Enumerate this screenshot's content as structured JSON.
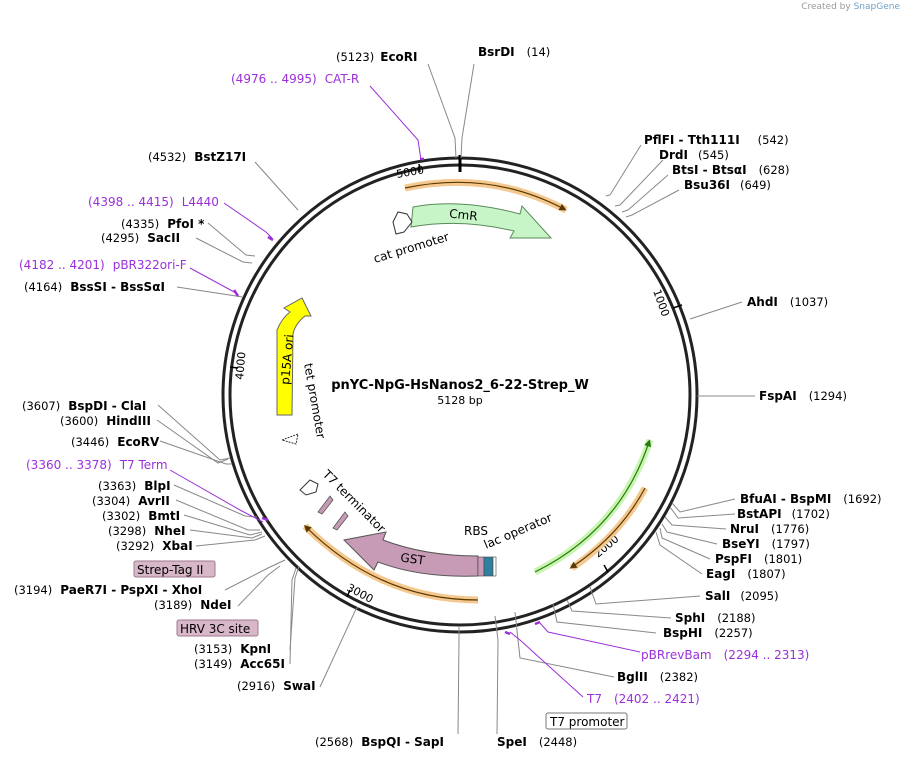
{
  "credit": {
    "prefix": "Created by",
    "brand": "SnapGene"
  },
  "plasmid": {
    "name": "pnYC-NpG-HsNanos2_6-22-Strep_W",
    "size": "5128 bp"
  },
  "ticks": [
    "1000",
    "2000",
    "3000",
    "4000",
    "5000"
  ],
  "enzymes": [
    {
      "pos": "(5123)",
      "name": "EcoRI"
    },
    {
      "pos": "(14)",
      "name": "BsrDI"
    },
    {
      "pos": "(542)",
      "name": "PflFI - Tth111I"
    },
    {
      "pos": "(545)",
      "name": "DrdI"
    },
    {
      "pos": "(628)",
      "name": "BtsI - BtsαI"
    },
    {
      "pos": "(649)",
      "name": "Bsu36I"
    },
    {
      "pos": "(1037)",
      "name": "AhdI"
    },
    {
      "pos": "(1294)",
      "name": "FspAI"
    },
    {
      "pos": "(1692)",
      "name": "BfuAI - BspMI"
    },
    {
      "pos": "(1702)",
      "name": "BstAPI"
    },
    {
      "pos": "(1776)",
      "name": "NruI"
    },
    {
      "pos": "(1797)",
      "name": "BseYI"
    },
    {
      "pos": "(1801)",
      "name": "PspFI"
    },
    {
      "pos": "(1807)",
      "name": "EagI"
    },
    {
      "pos": "(2095)",
      "name": "SalI"
    },
    {
      "pos": "(2188)",
      "name": "SphI"
    },
    {
      "pos": "(2257)",
      "name": "BspHI"
    },
    {
      "pos": "(2382)",
      "name": "BglII"
    },
    {
      "pos": "(2448)",
      "name": "SpeI"
    },
    {
      "pos": "(2568)",
      "name": "BspQI - SapI"
    },
    {
      "pos": "(2916)",
      "name": "SwaI"
    },
    {
      "pos": "(3149)",
      "name": "Acc65I"
    },
    {
      "pos": "(3153)",
      "name": "KpnI"
    },
    {
      "pos": "(3189)",
      "name": "NdeI"
    },
    {
      "pos": "(3194)",
      "name": "PaeR7I - PspXI - XhoI"
    },
    {
      "pos": "(3292)",
      "name": "XbaI"
    },
    {
      "pos": "(3298)",
      "name": "NheI"
    },
    {
      "pos": "(3302)",
      "name": "BmtI"
    },
    {
      "pos": "(3304)",
      "name": "AvrII"
    },
    {
      "pos": "(3363)",
      "name": "BlpI"
    },
    {
      "pos": "(3446)",
      "name": "EcoRV"
    },
    {
      "pos": "(3600)",
      "name": "HindIII"
    },
    {
      "pos": "(3607)",
      "name": "BspDI - ClaI"
    },
    {
      "pos": "(4164)",
      "name": "BssSI - BssSαI"
    },
    {
      "pos": "(4295)",
      "name": "SacII"
    },
    {
      "pos": "(4335)",
      "name": "PfoI *"
    },
    {
      "pos": "(4532)",
      "name": "BstZ17I"
    }
  ],
  "primers": [
    {
      "range": "(4976 .. 4995)",
      "name": "CAT-R"
    },
    {
      "range": "(4398 .. 4415)",
      "name": "L4440"
    },
    {
      "range": "(4182 .. 4201)",
      "name": "pBR322ori-F"
    },
    {
      "range": "(3360 .. 3378)",
      "name": "T7 Term"
    },
    {
      "range": "(2294 .. 2313)",
      "name": "pBRrevBam"
    },
    {
      "range": "(2402 .. 2421)",
      "name": "T7"
    }
  ],
  "features": {
    "cmr": "CmR",
    "cat_promoter": "cat promoter",
    "p15a_ori": "p15A ori",
    "tet_promoter": "tet promoter",
    "t7_terminator": "T7 terminator",
    "gst": "GST",
    "rbs": "RBS",
    "lac_operator": "lac operator",
    "strep_tag": "Strep-Tag II",
    "hrv_site": "HRV 3C site",
    "t7_promoter": "T7 promoter"
  },
  "colors": {
    "primer": "#9b30d9",
    "cmr": "#c8f5c8",
    "ori": "#ffff00",
    "gst": "#c79ab5",
    "orf": "#f5b860",
    "green_orf": "#b8ef98"
  }
}
